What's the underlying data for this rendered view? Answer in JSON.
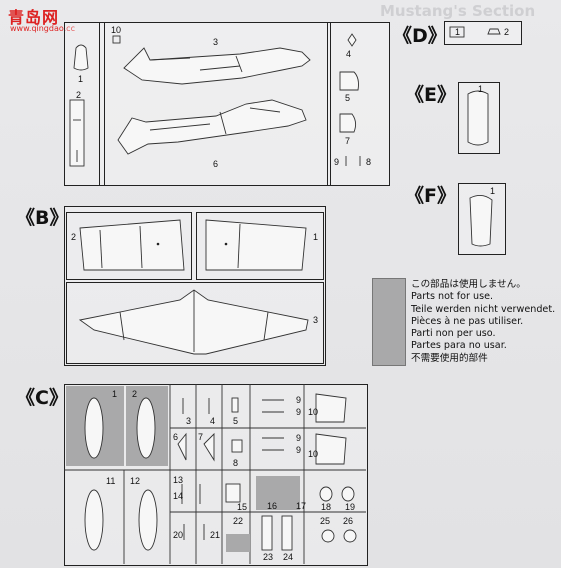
{
  "watermark": {
    "site_name": "青岛网",
    "url": "www.qingdao.cc"
  },
  "background_text": "Mustang's Section",
  "sections": {
    "A": "",
    "B": "《B》",
    "C": "《C》",
    "D": "《D》",
    "E": "《E》",
    "F": "《F》"
  },
  "legend": {
    "swatch_color": "#a9a9aa",
    "lines": [
      "この部品は使用しません。",
      "Parts not for use.",
      "Teile werden nicht verwendet.",
      "Pièces à ne pas utiliser.",
      "Parti non per uso.",
      "Partes para no usar.",
      "不需要使用的部件"
    ]
  },
  "part_numbers": {
    "a1": "1",
    "a2": "2",
    "a3": "3",
    "a4": "4",
    "a5": "5",
    "a6": "6",
    "a7": "7",
    "a8": "8",
    "a9": "9",
    "a10": "10",
    "b1": "1",
    "b2": "2",
    "b3": "3",
    "c1": "1",
    "c2": "2",
    "c3": "3",
    "c4": "4",
    "c5": "5",
    "c6": "6",
    "c7": "7",
    "c8": "8",
    "c9a": "9",
    "c9b": "9",
    "c9c": "9",
    "c9d": "9",
    "c10a": "10",
    "c10b": "10",
    "c11": "11",
    "c12": "12",
    "c13": "13",
    "c14": "14",
    "c15": "15",
    "c16": "16",
    "c17": "17",
    "c18": "18",
    "c19": "19",
    "c20": "20",
    "c21": "21",
    "c22": "22",
    "c23": "23",
    "c24": "24",
    "c25": "25",
    "c26": "26",
    "d1": "1",
    "d2": "2",
    "e1": "1",
    "f1": "1"
  }
}
